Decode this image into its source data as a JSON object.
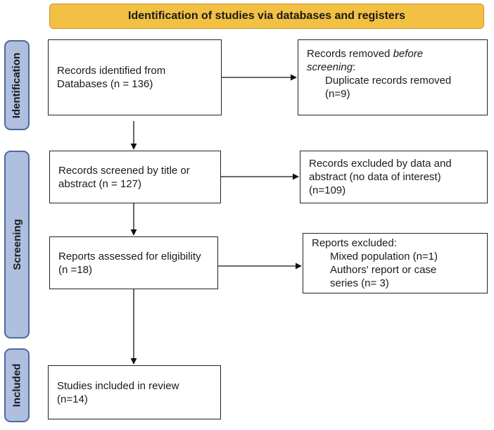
{
  "banner": {
    "title": "Identification of studies via databases and registers"
  },
  "stages": [
    {
      "label": "Identification"
    },
    {
      "label": "Screening"
    },
    {
      "label": "Included"
    }
  ],
  "boxes": {
    "records_identified": {
      "line1": "Records identified from",
      "line2": "Databases (n = 136)"
    },
    "records_removed": {
      "heading_prefix": "Records removed ",
      "heading_emph": "before",
      "heading_emph2": "screening",
      "heading_suffix": ":",
      "item1": "Duplicate records removed",
      "item1_count": "(n=9)"
    },
    "records_screened": {
      "line1": "Records screened by title or",
      "line2": "abstract (n = 127)"
    },
    "records_excluded": {
      "line1": "Records excluded by data and",
      "line2": "abstract (no data of interest)",
      "line3": "(n=109)"
    },
    "reports_assessed": {
      "line1": "Reports assessed for eligibility",
      "line2": "(n =18)"
    },
    "reports_excluded": {
      "heading": "Reports excluded:",
      "item1": "Mixed population (n=1)",
      "item2": "Authors' report or case",
      "item3": "series (n= 3)"
    },
    "studies_included": {
      "line1": "Studies included in review",
      "line2": "(n=14)"
    }
  }
}
